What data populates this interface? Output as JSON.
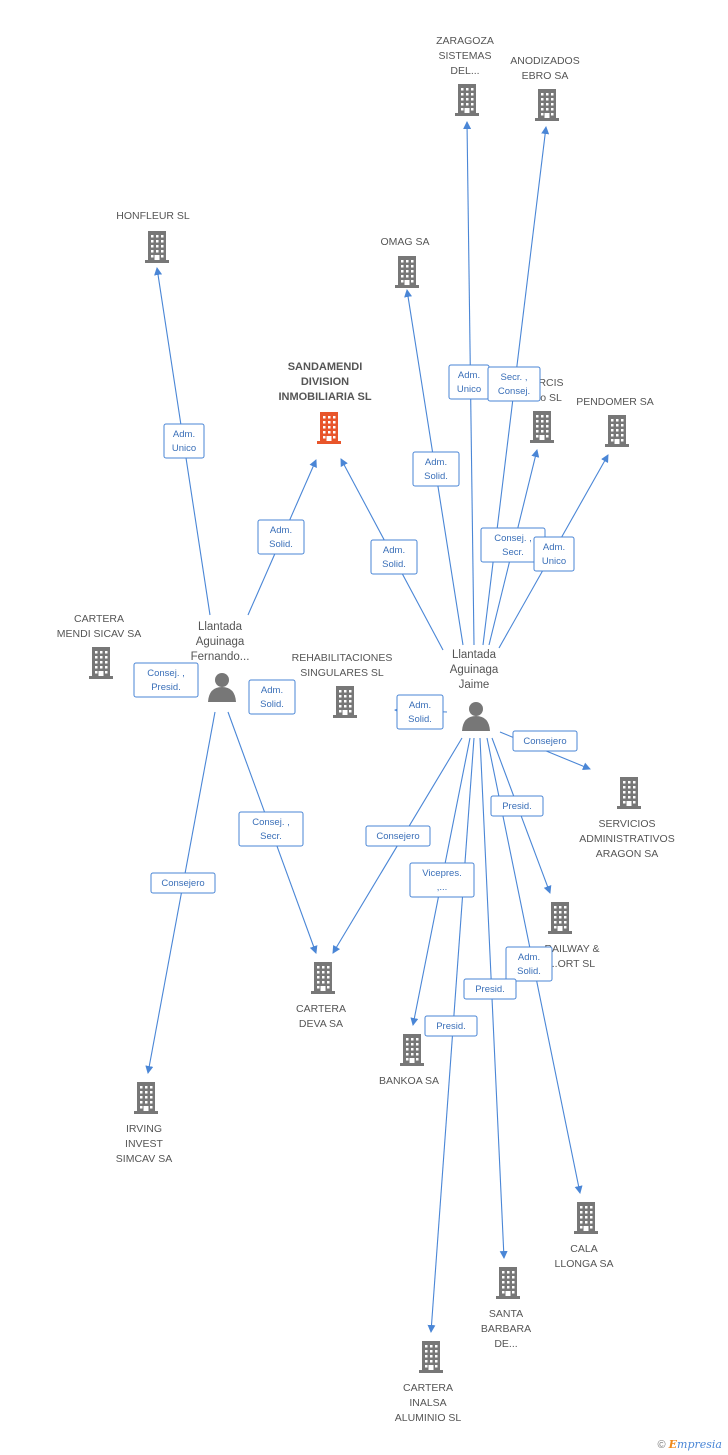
{
  "colors": {
    "company": "#777777",
    "focus": "#e8552b",
    "person": "#777777",
    "edge": "#4a86d6"
  },
  "nodes": [
    {
      "id": "zaragoza",
      "type": "company",
      "label": [
        "ZARAGOZA",
        "SISTEMAS",
        "DEL..."
      ]
    },
    {
      "id": "anodizados",
      "type": "company",
      "label": [
        "ANODIZADOS",
        "EBRO SA"
      ]
    },
    {
      "id": "honfleur",
      "type": "company",
      "label": [
        "HONFLEUR SL"
      ]
    },
    {
      "id": "omag",
      "type": "company",
      "label": [
        "OMAG SA"
      ]
    },
    {
      "id": "sandamendi",
      "type": "focus",
      "label": [
        "SANDAMENDI",
        "DIVISION",
        "INMOBILIARIA SL"
      ]
    },
    {
      "id": "arcis",
      "type": "company",
      "label": [
        "RCIS",
        "o SL"
      ]
    },
    {
      "id": "pendomer",
      "type": "company",
      "label": [
        "PENDOMER SA"
      ]
    },
    {
      "id": "cartera-mendi",
      "type": "company",
      "label": [
        "CARTERA",
        "MENDI SICAV SA"
      ]
    },
    {
      "id": "fernando",
      "type": "person",
      "label": [
        "Llantada",
        "Aguinaga",
        "Fernando..."
      ]
    },
    {
      "id": "rehabilitaciones",
      "type": "company",
      "label": [
        "REHABILITACIONES",
        "SINGULARES SL"
      ]
    },
    {
      "id": "jaime",
      "type": "person",
      "label": [
        "Llantada",
        "Aguinaga",
        "Jaime"
      ]
    },
    {
      "id": "servicios",
      "type": "company",
      "label": [
        "SERVICIOS",
        "ADMINISTRATIVOS",
        "ARAGON SA"
      ]
    },
    {
      "id": "railway",
      "type": "company",
      "label": [
        "RAILWAY &",
        "...ORT SL"
      ]
    },
    {
      "id": "cartera-deva",
      "type": "company",
      "label": [
        "CARTERA",
        "DEVA SA"
      ]
    },
    {
      "id": "bankoa",
      "type": "company",
      "label": [
        "BANKOA SA"
      ]
    },
    {
      "id": "irving",
      "type": "company",
      "label": [
        "IRVING",
        "INVEST",
        "SIMCAV SA"
      ]
    },
    {
      "id": "cala-llonga",
      "type": "company",
      "label": [
        "CALA",
        "LLONGA SA"
      ]
    },
    {
      "id": "santa-barbara",
      "type": "company",
      "label": [
        "SANTA",
        "BARBARA",
        "DE..."
      ]
    },
    {
      "id": "cartera-inalsa",
      "type": "company",
      "label": [
        "CARTERA",
        "INALSA",
        "ALUMINIO SL"
      ]
    }
  ],
  "edges": [
    {
      "from": "fernando",
      "to": "honfleur",
      "label": [
        "Adm.",
        "Unico"
      ]
    },
    {
      "from": "fernando",
      "to": "sandamendi",
      "label": [
        "Adm.",
        "Solid."
      ]
    },
    {
      "from": "fernando",
      "to": "cartera-mendi",
      "label": [
        "Consej. ,",
        "Presid."
      ]
    },
    {
      "from": "fernando",
      "to": "rehabilitaciones",
      "label": [
        "Adm.",
        "Solid."
      ]
    },
    {
      "from": "fernando",
      "to": "cartera-deva",
      "label": [
        "Consej. ,",
        "Secr."
      ]
    },
    {
      "from": "fernando",
      "to": "irving",
      "label": [
        "Consejero"
      ]
    },
    {
      "from": "jaime",
      "to": "sandamendi",
      "label": [
        "Adm.",
        "Solid."
      ]
    },
    {
      "from": "jaime",
      "to": "omag",
      "label": [
        "Adm.",
        "Solid."
      ]
    },
    {
      "from": "jaime",
      "to": "zaragoza",
      "label": [
        "Adm.",
        "Unico"
      ]
    },
    {
      "from": "jaime",
      "to": "anodizados",
      "label": [
        "Secr. ,",
        "Consej."
      ]
    },
    {
      "from": "jaime",
      "to": "arcis",
      "label": [
        "Consej. ,",
        "Secr."
      ]
    },
    {
      "from": "jaime",
      "to": "pendomer",
      "label": [
        "Adm.",
        "Unico"
      ]
    },
    {
      "from": "jaime",
      "to": "rehabilitaciones",
      "label": [
        "Adm.",
        "Solid."
      ]
    },
    {
      "from": "jaime",
      "to": "servicios",
      "label": [
        "Consejero"
      ]
    },
    {
      "from": "jaime",
      "to": "railway",
      "label": [
        "Presid."
      ]
    },
    {
      "from": "jaime",
      "to": "cartera-deva",
      "label": [
        "Consejero"
      ]
    },
    {
      "from": "jaime",
      "to": "bankoa",
      "label": [
        "Vicepres.",
        ",..."
      ]
    },
    {
      "from": "jaime",
      "to": "cala-llonga",
      "label": [
        "Adm.",
        "Solid."
      ]
    },
    {
      "from": "jaime",
      "to": "santa-barbara",
      "label": [
        "Presid."
      ]
    },
    {
      "from": "jaime",
      "to": "cartera-inalsa",
      "label": [
        "Presid."
      ]
    }
  ],
  "footer": {
    "copyright": "©",
    "brand_initial": "E",
    "brand_rest": "mpresia"
  }
}
